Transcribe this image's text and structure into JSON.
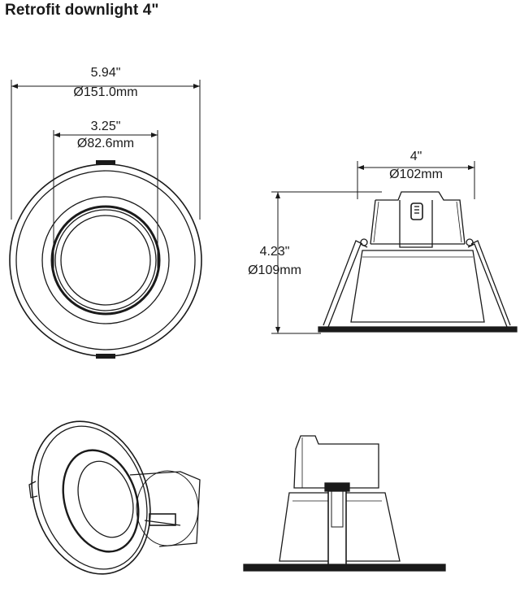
{
  "title": "Retrofit downlight 4\"",
  "dimensions": {
    "outer_diameter_in": "5.94\"",
    "outer_diameter_mm": "Ø151.0mm",
    "inner_diameter_in": "3.25\"",
    "inner_diameter_mm": "Ø82.6mm",
    "body_width_in": "4\"",
    "body_width_mm": "Ø102mm",
    "height_in": "4.23\"",
    "height_mm": "Ø109mm"
  }
}
